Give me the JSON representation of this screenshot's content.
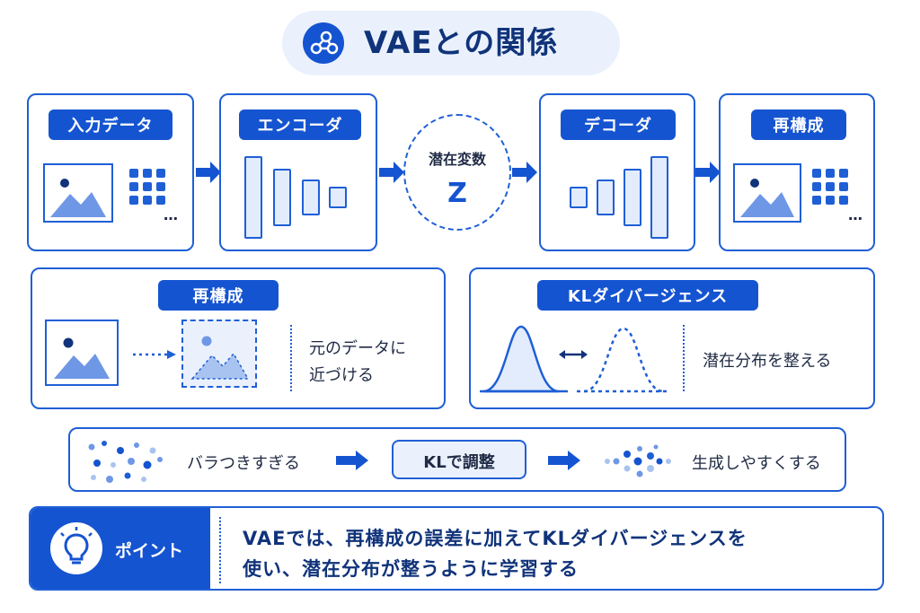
{
  "title": "VAEとの関係",
  "pipeline": {
    "input": "入力データ",
    "encoder": "エンコーダ",
    "latent_label": "潜在変数",
    "latent_symbol": "Z",
    "decoder": "デコーダ",
    "reconstruct": "再構成",
    "ellipsis": "…"
  },
  "reconstruction_panel": {
    "label": "再構成",
    "desc_line1": "元のデータに",
    "desc_line2": "近づける"
  },
  "kl_panel": {
    "label": "KLダイバージェンス",
    "desc": "潜在分布を整える"
  },
  "flow_bar": {
    "before": "バラつきすぎる",
    "middle": "KLで調整",
    "after": "生成しやすくする"
  },
  "point": {
    "label": "ポイント",
    "line1": "VAEでは、再構成の誤差に加えてKLダイバージェンスを",
    "line2": "使い、潜在分布が整うように学習する"
  },
  "colors": {
    "primary": "#1554d1",
    "light": "#eaf1fd",
    "text": "#1f2a44"
  }
}
